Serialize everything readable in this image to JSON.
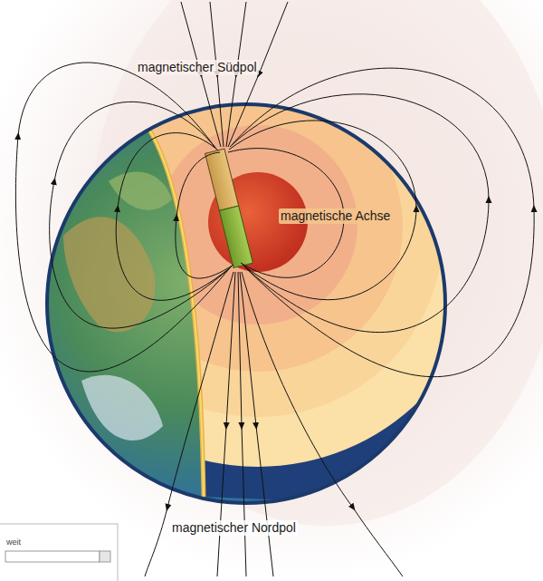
{
  "diagram": {
    "labels": [
      "magnetischer Südpol",
      "magnetische Achse",
      "magnetischer Nordpol",
      "weit"
    ]
  }
}
